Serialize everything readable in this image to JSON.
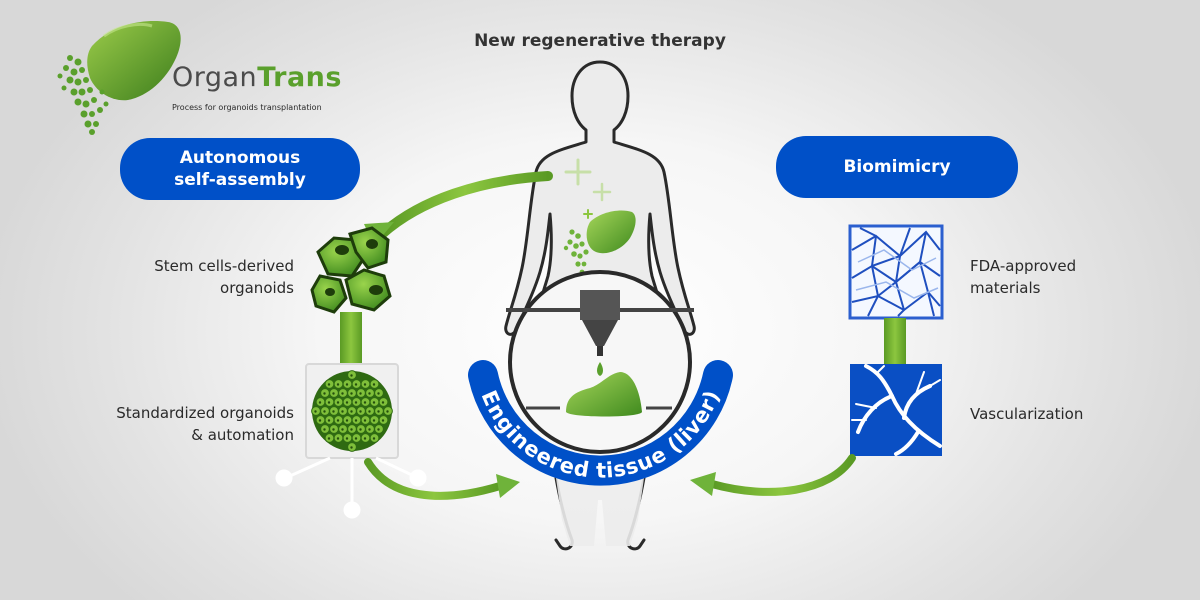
{
  "logo": {
    "word_part1": "Organ",
    "word_part2": "Trans",
    "tagline": "Process for organoids transplantation"
  },
  "title": "New regenerative therapy",
  "left": {
    "pill_line1": "Autonomous",
    "pill_line2": "self-assembly",
    "stem_cells_line1": "Stem cells-derived",
    "stem_cells_line2": "organoids",
    "standardized_line1": "Standardized organoids",
    "standardized_line2": "& automation"
  },
  "right": {
    "pill": "Biomimicry",
    "fda_line1": "FDA-approved",
    "fda_line2": "materials",
    "vascularization": "Vascularization"
  },
  "center": {
    "arc_label": "Engineered tissue (liver)"
  },
  "colors": {
    "blue": "#0050c8",
    "green": "#5aa02c",
    "light_green": "#8cc63f",
    "dark_gray": "#555555"
  }
}
